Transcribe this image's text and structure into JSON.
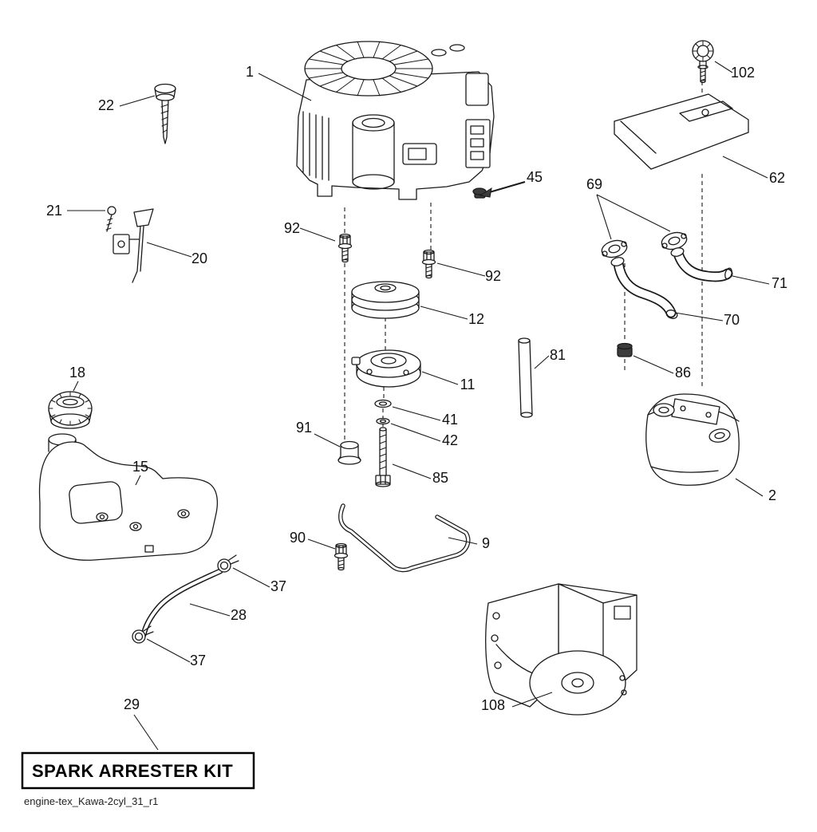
{
  "colors": {
    "ink": "#1a1a1a",
    "background": "#ffffff"
  },
  "callouts": [
    {
      "label": "1"
    },
    {
      "label": "22"
    },
    {
      "label": "21"
    },
    {
      "label": "20"
    },
    {
      "label": "92"
    },
    {
      "label": "45"
    },
    {
      "label": "92"
    },
    {
      "label": "12"
    },
    {
      "label": "11"
    },
    {
      "label": "41"
    },
    {
      "label": "42"
    },
    {
      "label": "85"
    },
    {
      "label": "91"
    },
    {
      "label": "102"
    },
    {
      "label": "62"
    },
    {
      "label": "69"
    },
    {
      "label": "71"
    },
    {
      "label": "70"
    },
    {
      "label": "81"
    },
    {
      "label": "86"
    },
    {
      "label": "2"
    },
    {
      "label": "18"
    },
    {
      "label": "15"
    },
    {
      "label": "90"
    },
    {
      "label": "9"
    },
    {
      "label": "37"
    },
    {
      "label": "28"
    },
    {
      "label": "37"
    },
    {
      "label": "29"
    },
    {
      "label": "108"
    }
  ],
  "kit_box": {
    "label": "SPARK ARRESTER KIT"
  },
  "footer": {
    "text": "engine-tex_Kawa-2cyl_31_r1"
  }
}
